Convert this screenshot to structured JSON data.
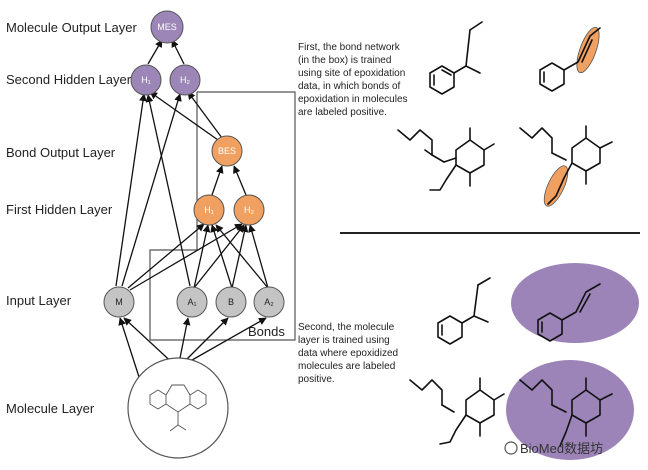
{
  "layers": {
    "molecule_output": "Molecule Output Layer",
    "second_hidden": "Second Hidden Layer",
    "bond_output": "Bond Output Layer",
    "first_hidden": "First Hidden Layer",
    "input": "Input Layer",
    "molecule": "Molecule Layer"
  },
  "nodes": {
    "mes": "MES",
    "h1_top": "H₁",
    "h2_top": "H₂",
    "bes": "BES",
    "h1_bond": "H₁",
    "h2_bond": "H₂",
    "m": "M",
    "a1": "A₁",
    "b": "B",
    "a2": "A₂"
  },
  "bonds_label": "Bonds",
  "text_first": [
    "First, the bond network",
    "(in the box) is trained",
    "using site of epoxidation",
    "data, in which bonds of",
    "epoxidation in molecules",
    "are labeled positive."
  ],
  "text_second": [
    "Second, the molecule",
    "layer is trained using",
    "data where epoxidized",
    "molecules are labeled",
    "positive."
  ],
  "watermark": "BioMed数据坊",
  "colors": {
    "purple": "#9b86b7",
    "orange": "#f0a060",
    "gray": "#c4c4c4",
    "ellipse_purple": "#9c84b8"
  }
}
